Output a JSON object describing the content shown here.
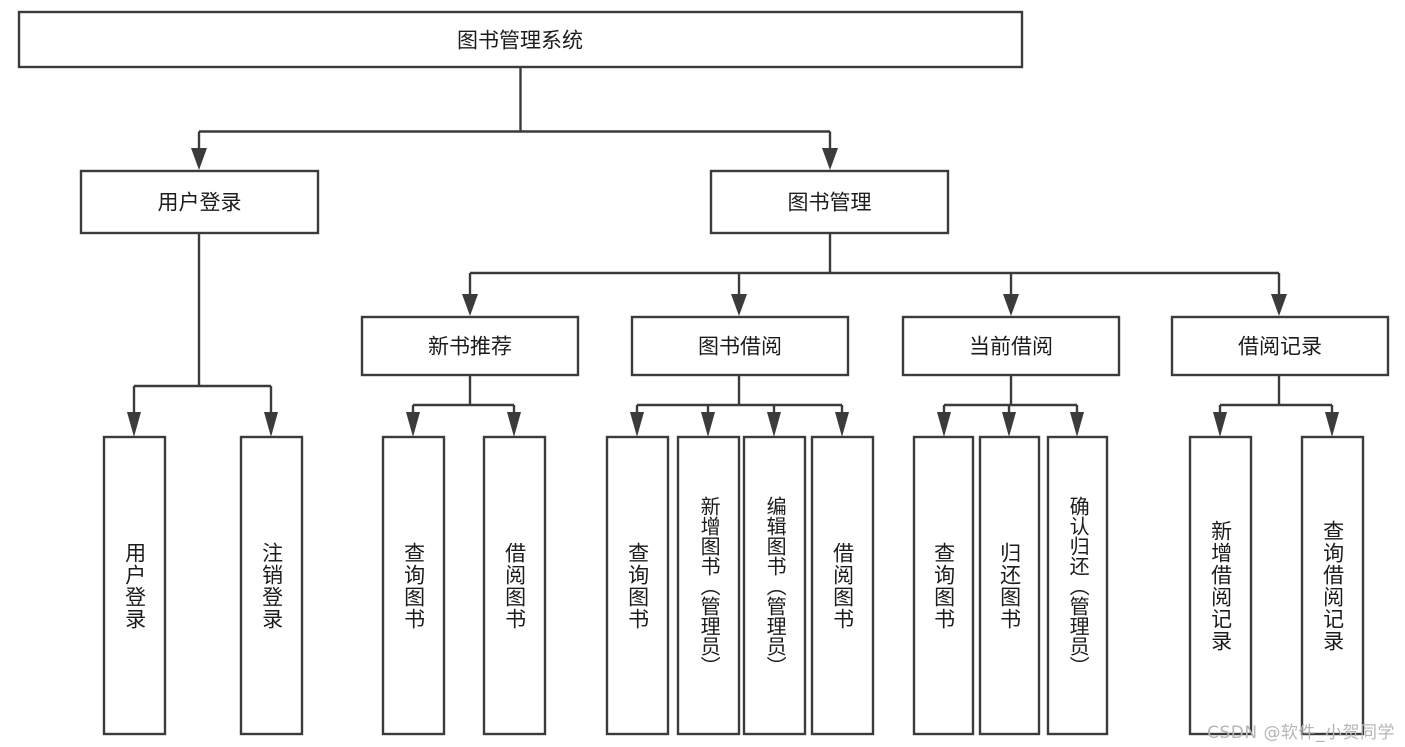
{
  "diagram": {
    "type": "tree-hierarchy",
    "title": "图书管理系统",
    "orientation": "top-down",
    "colors": {
      "box_stroke": "#3b3b3b",
      "box_fill": "#ffffff",
      "text": "#1c1c1c",
      "background": "#ffffff",
      "watermark": "#b6b6b6"
    },
    "root": {
      "label": "图书管理系统"
    },
    "level2": [
      {
        "label": "用户登录"
      },
      {
        "label": "图书管理"
      }
    ],
    "level3": [
      {
        "label": "新书推荐"
      },
      {
        "label": "图书借阅"
      },
      {
        "label": "当前借阅"
      },
      {
        "label": "借阅记录"
      }
    ],
    "leaves": {
      "user_login": [
        {
          "label": "用户登录"
        },
        {
          "label": "注销登录"
        }
      ],
      "new_book_recommend": [
        {
          "label": "查询图书"
        },
        {
          "label": "借阅图书"
        }
      ],
      "book_borrow": [
        {
          "label": "查询图书"
        },
        {
          "label": "新增图书（管理员）"
        },
        {
          "label": "编辑图书（管理员）"
        },
        {
          "label": "借阅图书"
        }
      ],
      "current_borrow": [
        {
          "label": "查询图书"
        },
        {
          "label": "归还图书"
        },
        {
          "label": "确认归还（管理员）"
        }
      ],
      "borrow_record": [
        {
          "label": "新增借阅记录"
        },
        {
          "label": "查询借阅记录"
        }
      ]
    }
  },
  "watermark": {
    "text": "CSDN @软件_小贺同学"
  }
}
